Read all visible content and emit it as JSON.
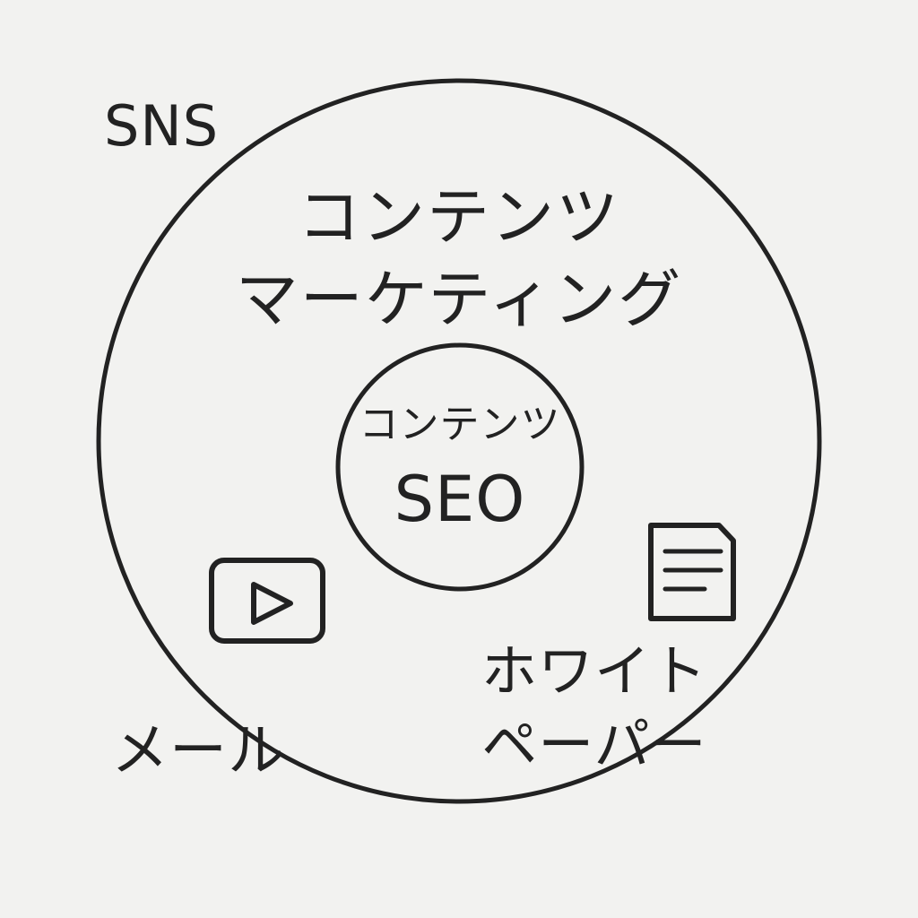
{
  "diagram": {
    "corner_label": "SNS",
    "outer_circle": {
      "title_line1": "コンテンツ",
      "title_line2": "マーケティング"
    },
    "inner_circle": {
      "title_line1": "コンテンツ",
      "title_line2": "SEO"
    },
    "video_item": {
      "icon": "play-button-icon"
    },
    "document_item": {
      "icon": "document-icon",
      "label_line1": "ホワイト",
      "label_line2": "ペーパー"
    },
    "bottom_label": "メール"
  },
  "colors": {
    "background": "#f2f2f0",
    "stroke": "#222222"
  }
}
